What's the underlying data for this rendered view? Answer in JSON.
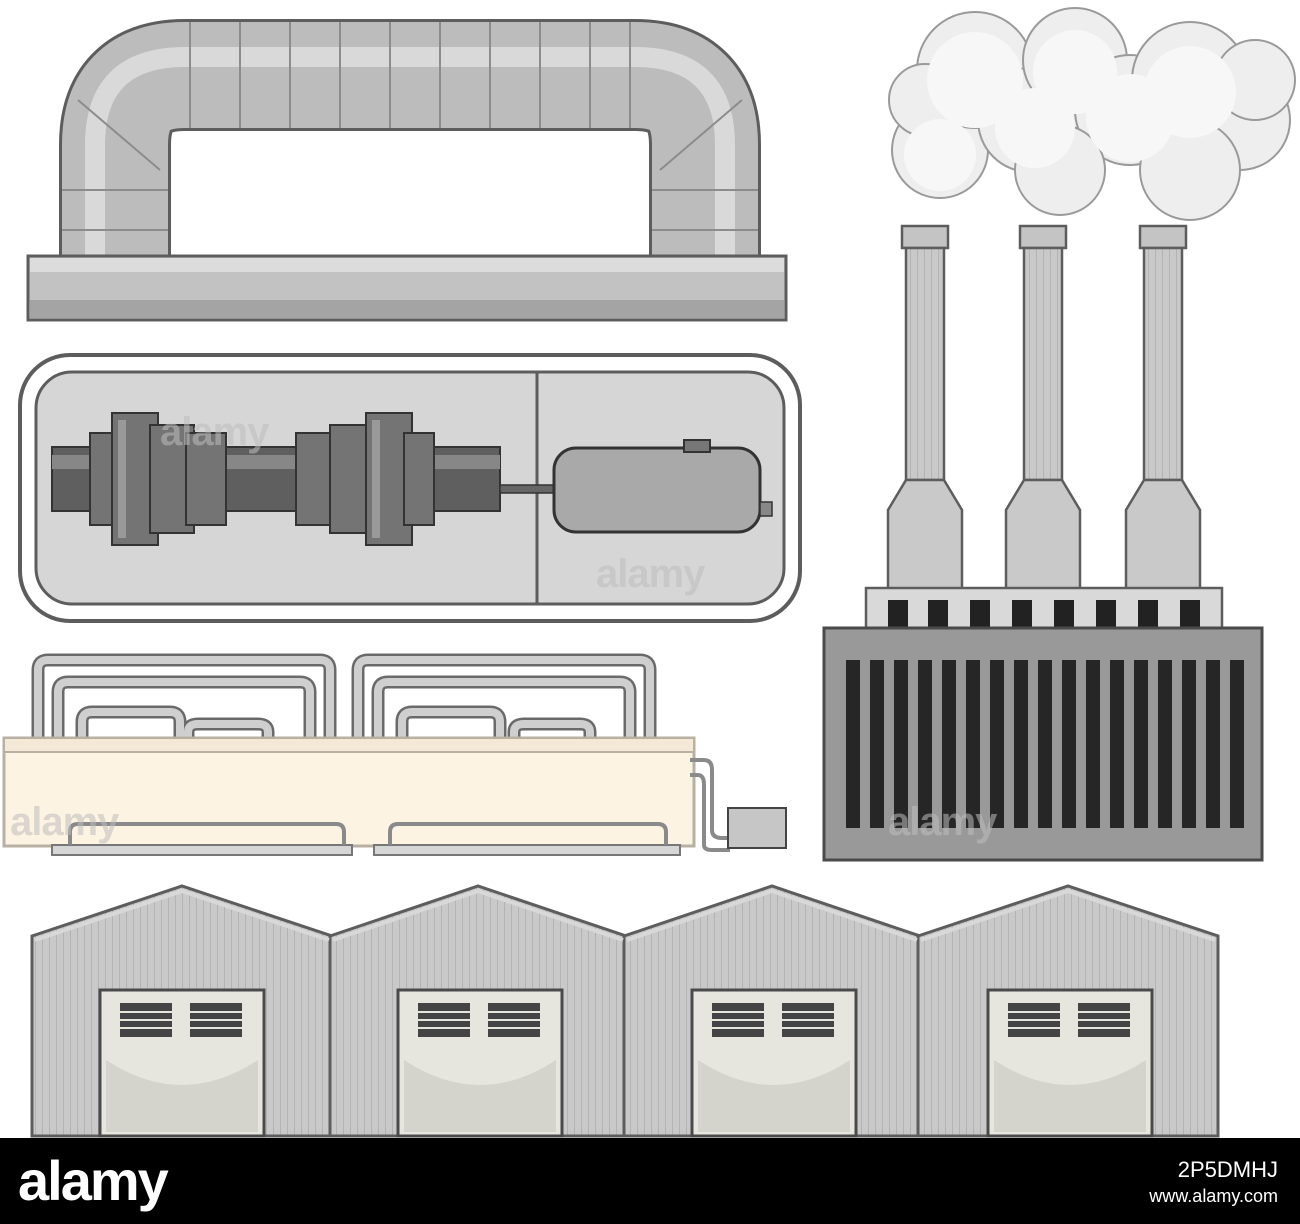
{
  "watermark": {
    "text": "alamy"
  },
  "footer": {
    "logo": "alamy",
    "image_id": "2P5DMHJ",
    "url": "www.alamy.com",
    "background": "#000000"
  },
  "colors": {
    "metal": "#b9b9b9",
    "metal_dark": "#6f6f6f",
    "outline": "#5d5d5d",
    "panel_bg": "#d8d8d8",
    "tank_fill": "#fdf3e3",
    "door_fill": "#e6e6df",
    "smoke": "#eeeeee"
  }
}
